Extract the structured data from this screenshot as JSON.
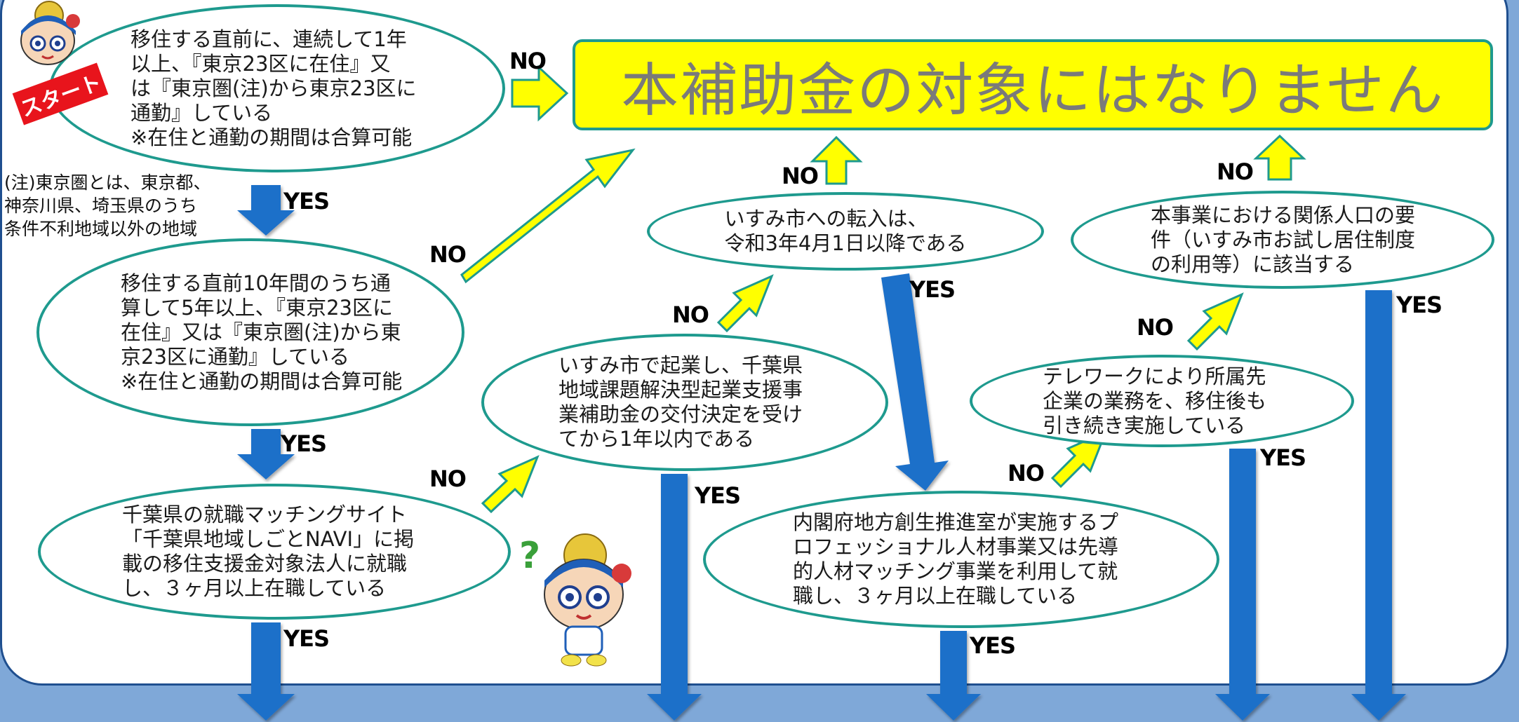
{
  "banner": {
    "text": "本補助金の対象にはなりません"
  },
  "start_badge": "スタート",
  "note": "(注)東京圏とは、東京都、\n神奈川県、埼玉県のうち\n条件不利地域以外の地域",
  "labels": {
    "yes": "YES",
    "no": "NO"
  },
  "nodes": {
    "start": "移住する直前に、連続して1年\n以上、『東京23区に在住』又\nは『東京圏(注)から東京23区に\n通勤』している\n※在住と通勤の期間は合算可能",
    "ten_year": "移住する直前10年間のうち通\n算して5年以上、『東京23区に\n在住』又は『東京圏(注)から東\n京23区に通勤』している\n※在住と通勤の期間は合算可能",
    "chiba_matching": "千葉県の就職マッチングサイト\n「千葉県地域しごとNAVI」に掲\n載の移住支援金対象法人に就職\nし、３ヶ月以上在職している",
    "startup": "いすみ市で起業し、千葉県\n地域課題解決型起業支援事\n業補助金の交付決定を受け\nてから1年以内である",
    "move_in_date": "いすみ市への転入は、\n令和3年4月1日以降である",
    "cabinet_office": "内閣府地方創生推進室が実施するプ\nロフェッショナル人材事業又は先導\n的人材マッチング事業を利用して就\n職し、３ヶ月以上在職している",
    "telework": "テレワークにより所属先\n企業の業務を、移住後も\n引き続き実施している",
    "related_population": "本事業における関係人口の要\n件（いすみ市お試し居住制度\nの利用等）に該当する"
  }
}
